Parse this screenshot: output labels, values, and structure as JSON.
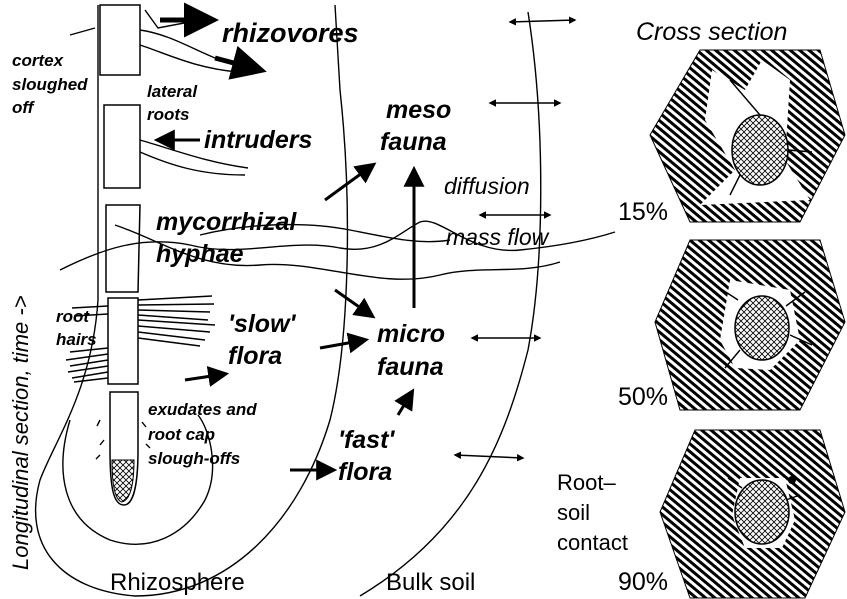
{
  "diagram": {
    "axis_label": "Longitudinal section, time ->",
    "zones": {
      "rhizosphere": "Rhizosphere",
      "bulk_soil": "Bulk soil"
    },
    "root_labels": {
      "cortex": [
        "cortex",
        "sloughed",
        "off"
      ],
      "lateral_roots": [
        "lateral",
        "roots"
      ],
      "root_hairs": [
        "root",
        "hairs"
      ],
      "exudates": [
        "exudates and",
        "root cap",
        "slough-offs"
      ]
    },
    "organisms": {
      "rhizovores": "rhizovores",
      "intruders": "intruders",
      "mycorrhizal": [
        "mycorrhizal",
        "hyphae"
      ],
      "slow_flora": [
        "'slow'",
        "flora"
      ],
      "fast_flora": [
        "'fast'",
        "flora"
      ],
      "meso_fauna": [
        "meso",
        "fauna"
      ],
      "micro_fauna": [
        "micro",
        "fauna"
      ]
    },
    "transport": {
      "diffusion": "diffusion",
      "mass_flow": "mass flow"
    },
    "cross_section": {
      "title": "Cross section",
      "contacts": [
        "15%",
        "50%",
        "90%"
      ],
      "contact_label": [
        "Root–",
        "soil",
        "contact"
      ]
    }
  }
}
